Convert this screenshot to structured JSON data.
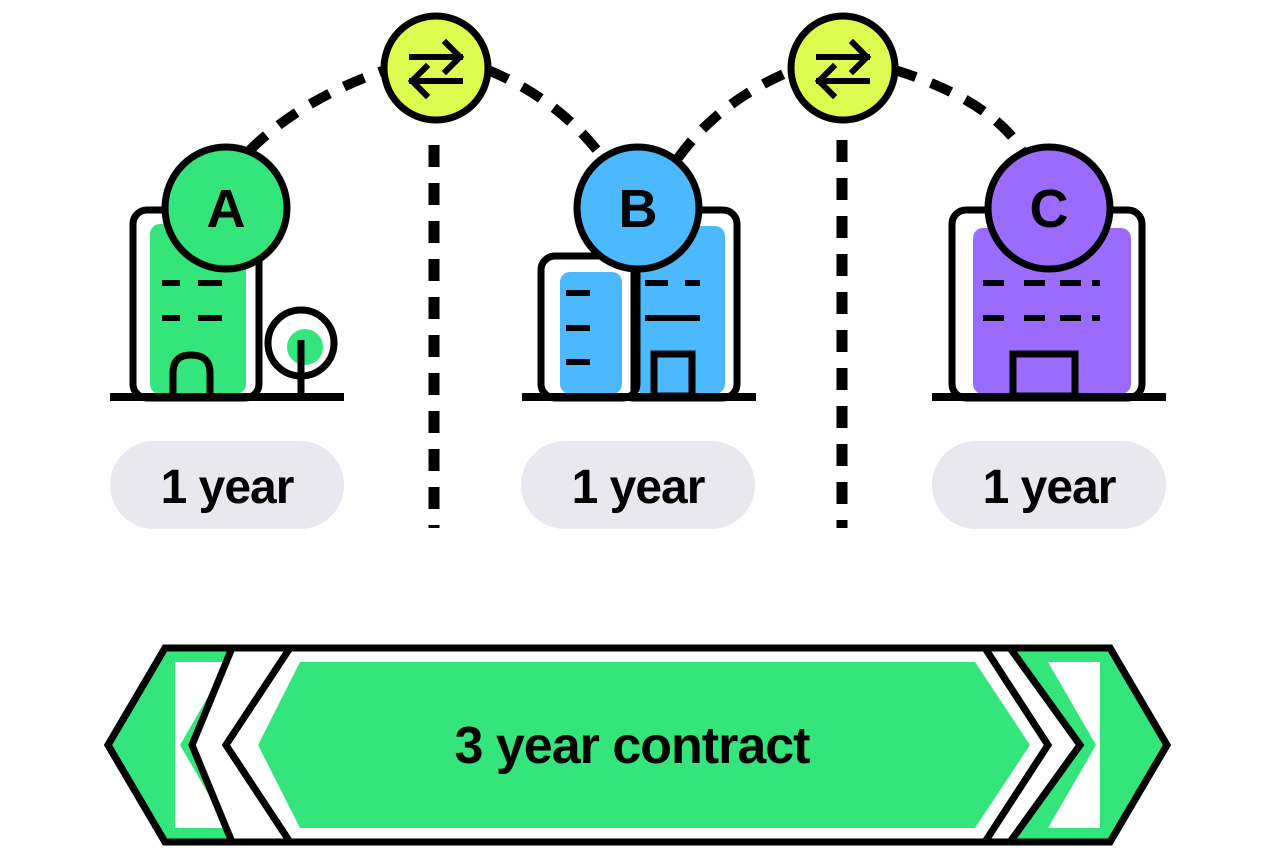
{
  "buildings": [
    {
      "letter": "A",
      "duration": "1 year",
      "color": "#34E57B"
    },
    {
      "letter": "B",
      "duration": "1 year",
      "color": "#4CB9FF"
    },
    {
      "letter": "C",
      "duration": "1 year",
      "color": "#9B6BFF"
    }
  ],
  "swap_icons": [
    "swap-arrows-icon",
    "swap-arrows-icon"
  ],
  "contract": {
    "label": "3 year contract",
    "color": "#34E57B"
  },
  "colors": {
    "outline": "#000000",
    "swap": "#DDFB4E",
    "pill": "#E8E8EE",
    "tree": "#34E57B"
  }
}
